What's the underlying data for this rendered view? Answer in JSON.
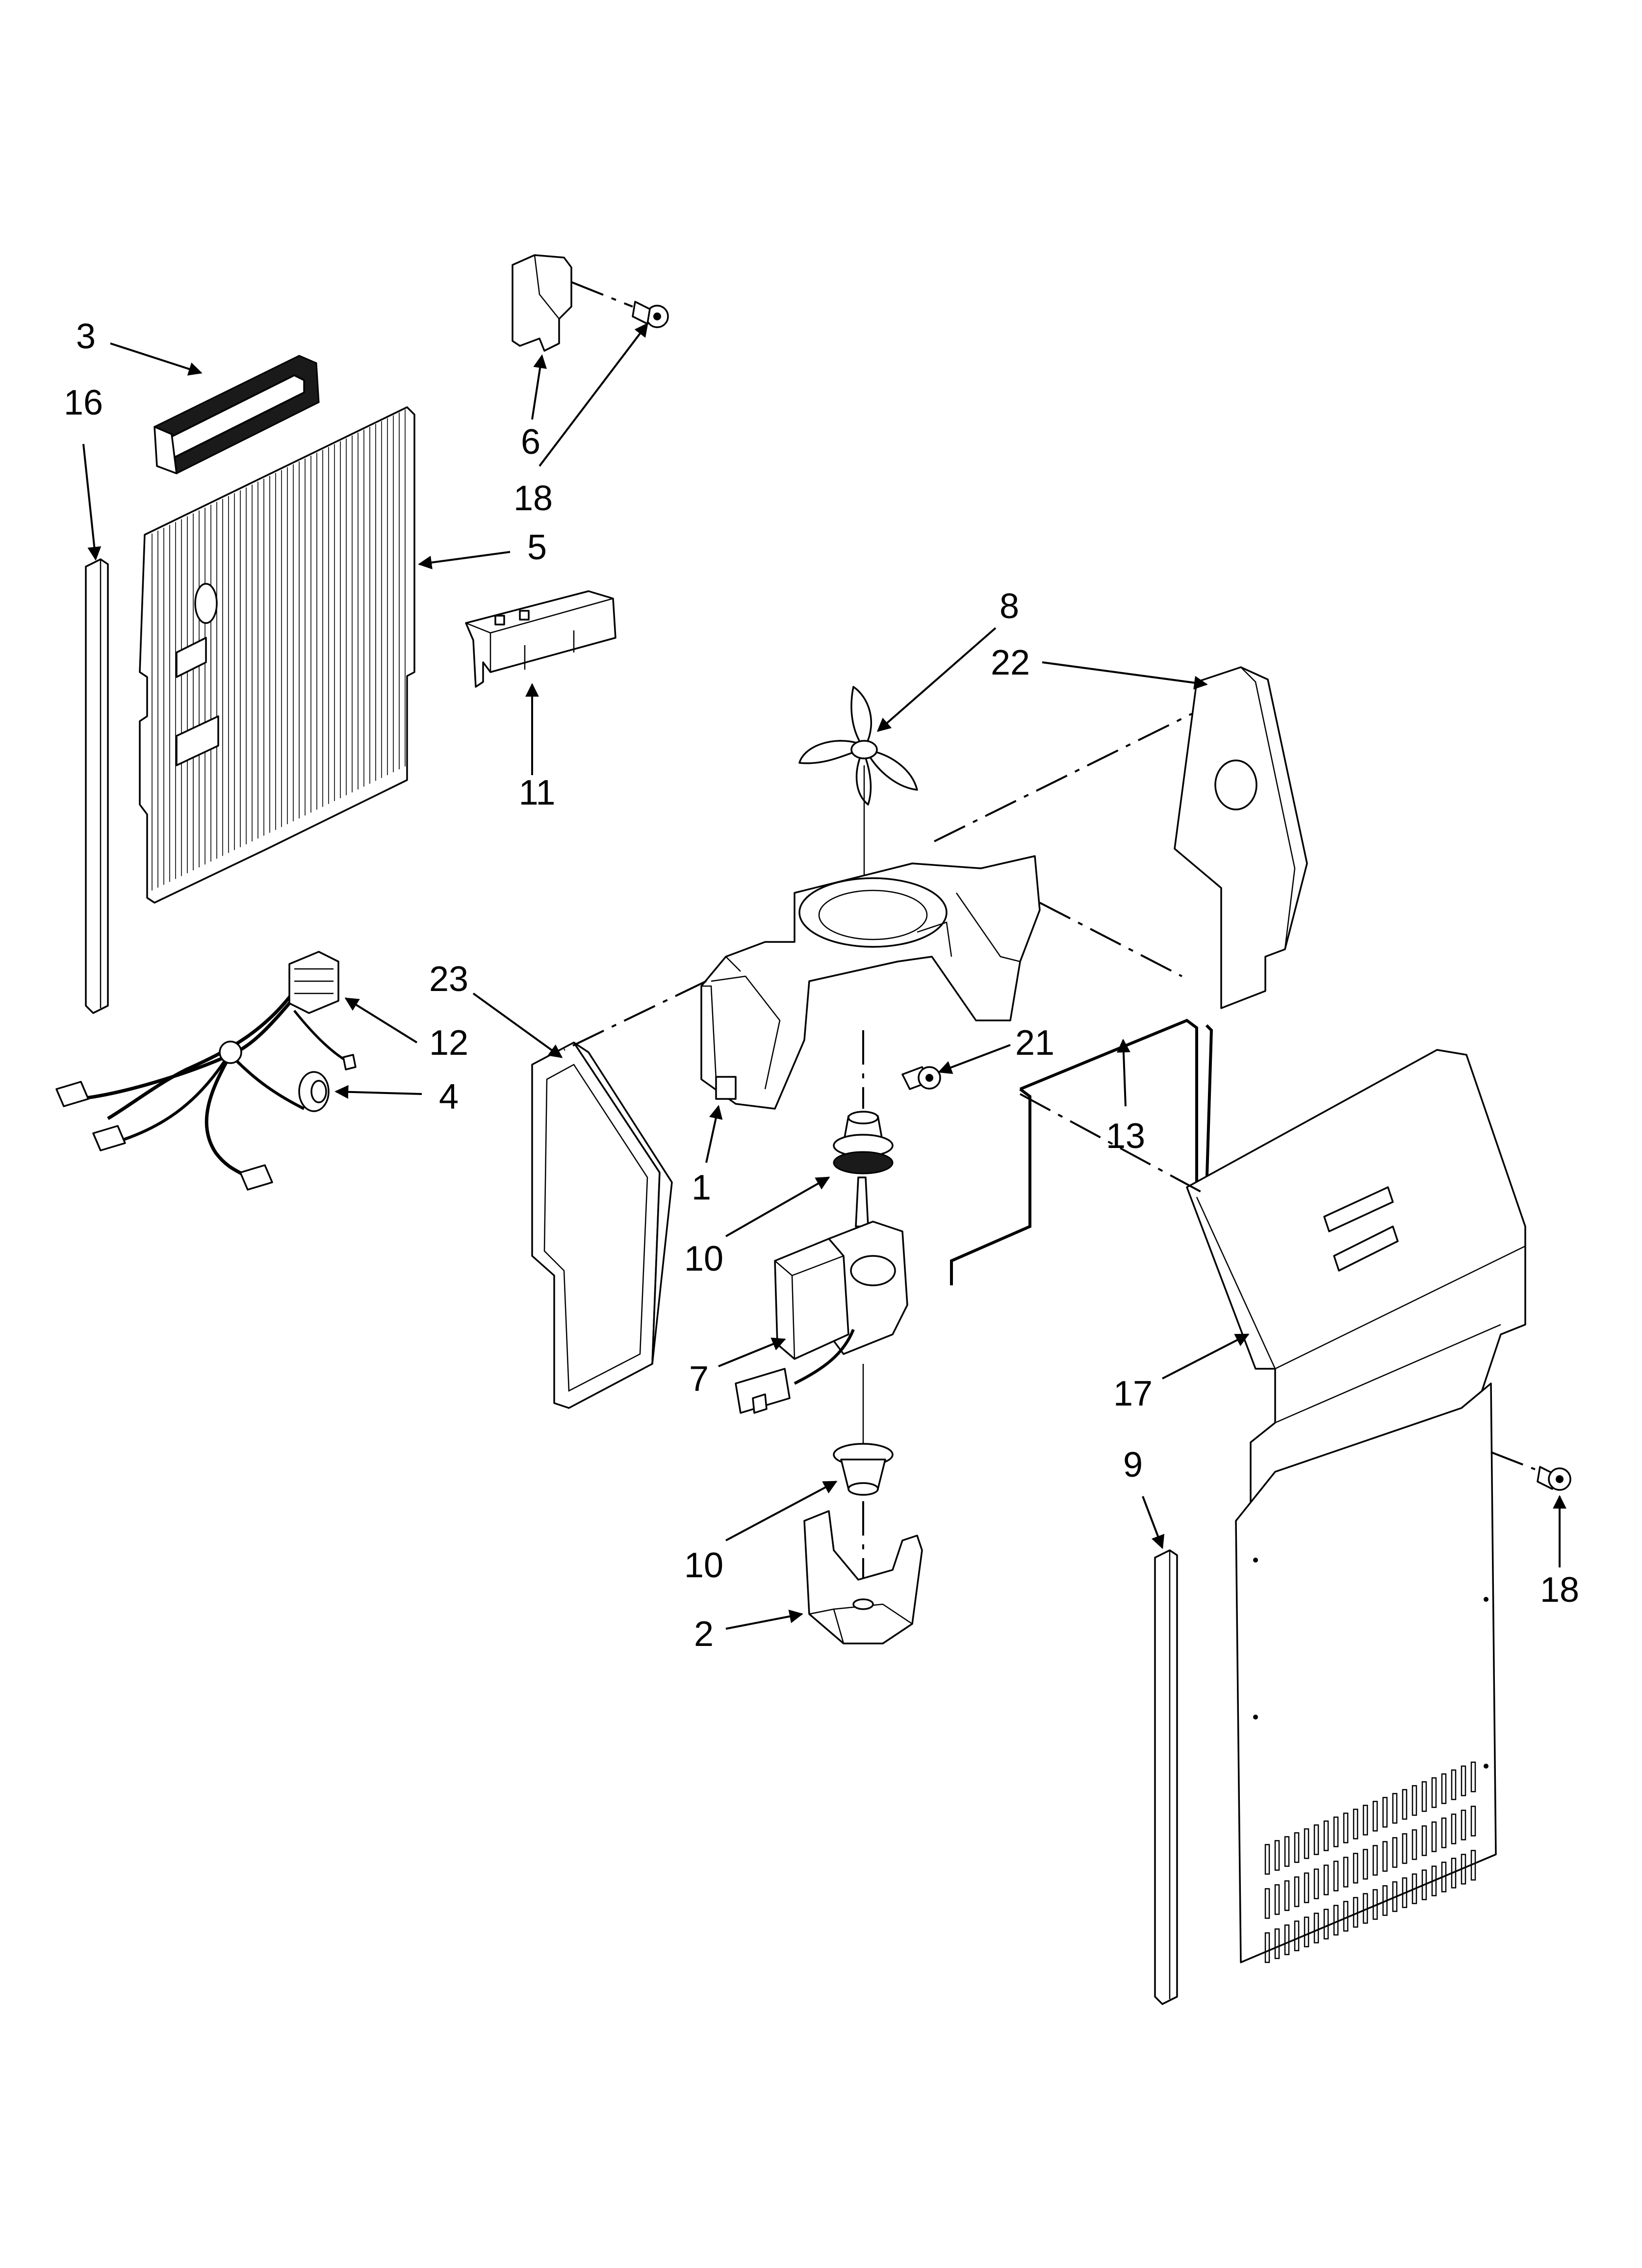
{
  "diagram": {
    "callouts": [
      "3",
      "16",
      "6",
      "18",
      "5",
      "11",
      "8",
      "22",
      "23",
      "12",
      "4",
      "21",
      "13",
      "1",
      "10",
      "7",
      "17",
      "9",
      "10",
      "2",
      "18"
    ]
  },
  "colors": {
    "line": "#000000",
    "background": "#ffffff"
  }
}
